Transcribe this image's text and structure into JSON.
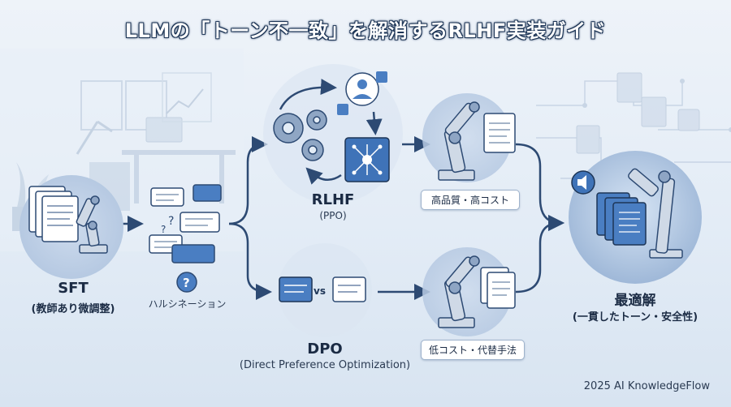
{
  "title": "LLMの「トーン不一致」を解消するRLHF実装ガイド",
  "sft": {
    "label": "SFT",
    "sub": "(教師あり微調整)"
  },
  "hallucination": {
    "label": "ハルシネーション"
  },
  "rlhf": {
    "label": "RLHF",
    "sub": "(PPO)",
    "tag": "高品質・高コスト"
  },
  "dpo": {
    "label": "DPO",
    "sub": "(Direct Preference Optimization)",
    "tag": "低コスト・代替手法",
    "vs": "vs"
  },
  "result": {
    "label": "最適解",
    "sub": "(一貫したトーン・安全性)"
  },
  "qmark": "?",
  "footer": "2025 AI KnowledgeFlow",
  "colors": {
    "arrow": "#2d4a73",
    "accent": "#3f73b8",
    "navy": "#1d3556"
  }
}
